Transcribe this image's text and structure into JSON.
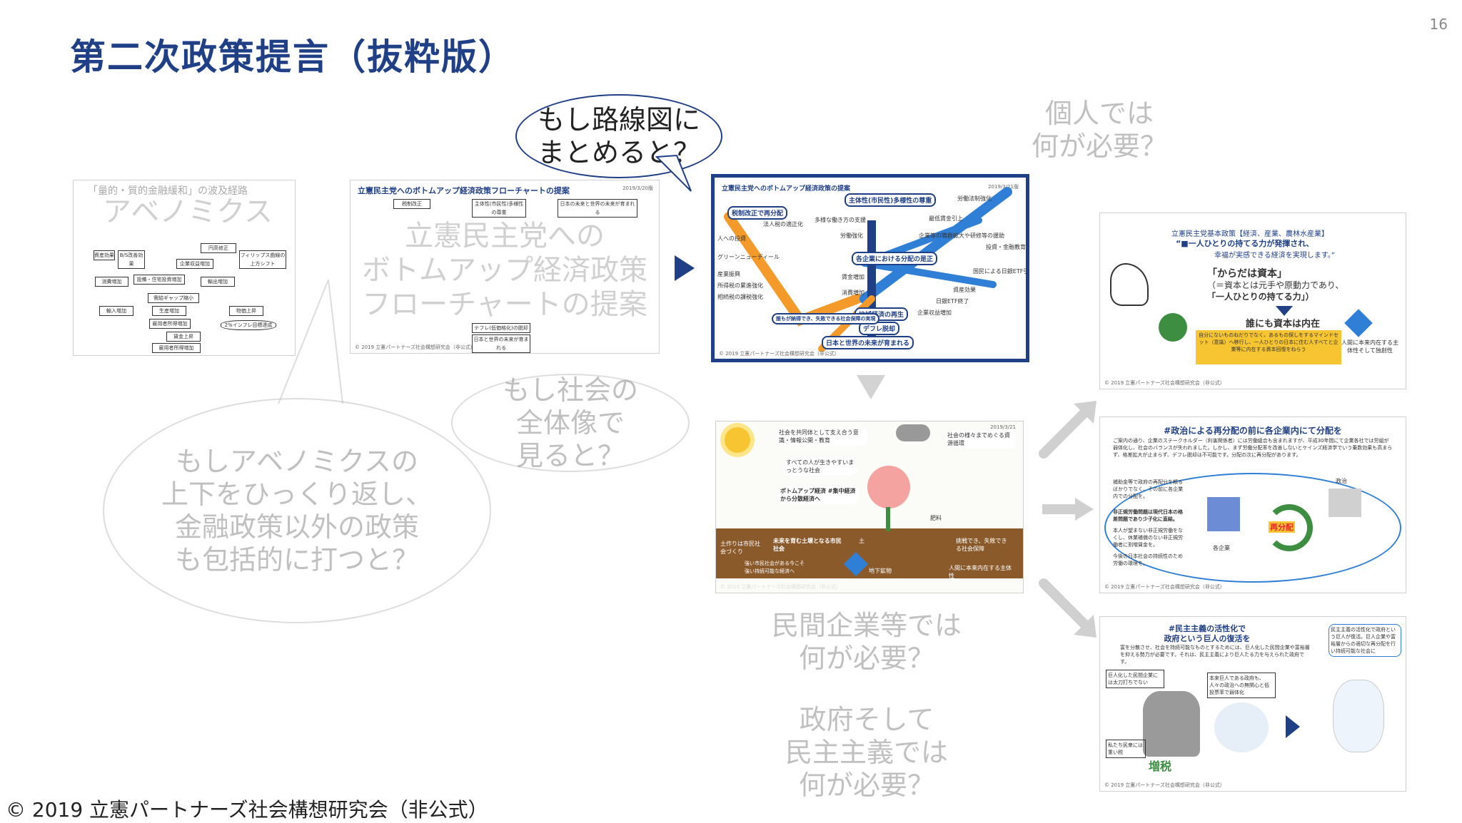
{
  "slide": {
    "title": "第二次政策提言（抜粋版）",
    "page_number": "16",
    "footer": "© 2019 立憲パートナーズ社会構想研究会（非公式）"
  },
  "abenomics": {
    "top_text": "「量的・質的金融緩和」の波及経路",
    "overlay": "アベノミクス",
    "nodes": [
      "資産効果",
      "B/S改善効果",
      "設備・住宅投資増加",
      "消費増加",
      "円高修正",
      "企業収益増加",
      "輸出増加",
      "需給ギャップ縮小",
      "輸入増加",
      "生産増加",
      "雇用者所得増加",
      "賃金上昇",
      "物価上昇",
      "雇用者所得増加",
      "フィリップス曲線の上方シフト",
      "2%インフレ目標達成"
    ]
  },
  "flowchart": {
    "title": "立憲民主党へのボトムアップ経済政策フローチャートの提案",
    "date": "2019/3/20版",
    "overlay": [
      "立憲民主党への",
      "ボトムアップ経済政策",
      "フローチャートの提案"
    ],
    "boxes": [
      "税制改正",
      "主体性(市民性)多様性の尊重",
      "日本の未来と世界の未来が育まれる",
      "テフレ(低価格化)の脱却",
      "日本と世界の未来が育まれる"
    ],
    "caption": "© 2019 立憲パートナーズ社会構想研究会（非公式）"
  },
  "callout_metro": [
    "もし路線図に",
    "まとめると？"
  ],
  "metro_map": {
    "title": "立憲民主党へのボトムアップ経済政策の提案",
    "date": "2019/3/21版",
    "stations": [
      "税制改正で再分配",
      "主体性(市民性)多様性の尊重",
      "各企業における分配の是正",
      "地域経済の再生",
      "デフレ脱却",
      "日本と世界の未来が育まれる",
      "誰もが納得でき、失敗できる社会保障の実現"
    ],
    "labels": [
      "労働法制強化",
      "最低賃金引上",
      "企業等の職群拡大や研修等の援助",
      "投資・金融教育",
      "国民による日銀ETF引受",
      "資産効果",
      "日銀ETF終了",
      "企業収益増加",
      "多様な働き方の支援",
      "賃金増加",
      "消費増加",
      "労働強化",
      "グリーンニューディール",
      "人への投資",
      "産業振興",
      "所得税の累進強化",
      "相続税の課税強化",
      "法人税の適正化"
    ],
    "caption": "© 2019 立憲パートナーズ社会構想研究会（非公式）"
  },
  "question_individual": [
    "個人では",
    "何が必要？"
  ],
  "question_whole": [
    "もし社会の",
    "全体像で",
    "見ると？"
  ],
  "question_abenomics": [
    "もしアベノミクスの",
    "上下をひっくり返し、",
    "金融政策以外の政策",
    "も包括的に打つと？"
  ],
  "question_private": [
    "民間企業等では",
    "何が必要？"
  ],
  "question_government": [
    "政府そして",
    "民主主義では",
    "何が必要？"
  ],
  "society_image": {
    "date": "2019/3/21",
    "labels": [
      "社会を共同体として支え合う意識・情報公開・教育",
      "すべての人が生きやすいまっとうな社会",
      "ボトムアップ経済 #集中経済から分散経済へ",
      "未来を育む土壌となる市民社会",
      "土作りは市民社会づくり",
      "強い市民社会がある今こそ強い持続可能な経済へ",
      "社会の様々までめぐる資源循環",
      "肥料",
      "土",
      "挑戦でき、失敗できる社会保障",
      "地下鉱物",
      "人間に本来内在する主体性"
    ],
    "caption": "© 2019 立憲パートナーズ社会構想研究会（非公式）"
  },
  "capital_slide": {
    "header": "立憲民主党基本政策【経済、産業、農林水産業】",
    "lead1": "“■一人ひとりの持てる力が発揮され、",
    "lead2": "幸福が実感できる経済を実現します。”",
    "line1": "「からだは資本」",
    "line2": "（＝資本とは元手や原動力であり、",
    "line3": "「一人ひとりの持てる力」）",
    "line4": "誰にも資本は内在",
    "box": "自分にないものねだりでなく、あるもの探しをするマインドセット（意識）へ移行し、一人ひとりの日本に住む人すべてと企業等に内在する資本回復をねらう",
    "right": "人間に本来内在する主体性そして独創性",
    "caption": "© 2019 立憲パートナーズ社会構想研究会（非公式）"
  },
  "redistribution_slide": {
    "header": "#政治による再分配の前に各企業内にて分配を",
    "body": "ご案内の通り、企業のステークホルダー（利害関係者）には労働組合も含まれますが、平成30年間にて企業各社では労組が弱体化し、社会のバランスが失われました。しかし、まず労働分配率を改善しないとケインズ経済学でいう乗数効果も高まらず、格差拡大が止まらず、デフレ脱却は不可能です。分配の次に再分配があります。",
    "left1": "補助金等で政府の再配分を頼るばかりでなく、その前に各企業内での分配を。",
    "left2": "非正規労働問題は現代日本の格差問題であり少子化に直結。",
    "left3": "本人が望まない非正規労働をなくし、休業補償のない非正規労働者に割増賃金を。",
    "left4": "今後の日本社会の持続性のため労働の環境を。",
    "labels": [
      "各企業",
      "政治",
      "再分配"
    ],
    "caption": "© 2019 立憲パートナーズ社会構想研究会（非公式）"
  },
  "democracy_slide": {
    "header1": "#民主主義の活性化で",
    "header2": "政府という巨人の復活を",
    "body": "富を分散させ、社会を持続可能なものとするためには、巨人化した民間企業や富裕層を抑える勢力が必要です。それは、民主主義により巨人たる力を与えられた政府です。",
    "left": "巨人化した民間企業には太刀打ちでない",
    "center": "本来巨人である政府も、人々の政治への無関心と低投票率で弱体化",
    "right": "民主主義の活性化で政府という巨人が復活。巨人企業や富裕層からの適切な再分配を行い持続可能な社会に",
    "small": "私たち民衆には重い税",
    "tax": "増税",
    "caption": "© 2019 立憲パートナーズ社会構想研究会（非公式）"
  },
  "colors": {
    "title": "#1f3f86",
    "metro_blue": "#2f7fd6",
    "metro_orange": "#f39a2a",
    "arrow_gray": "#c8c8c8",
    "accent_dark": "#1f3f86"
  }
}
